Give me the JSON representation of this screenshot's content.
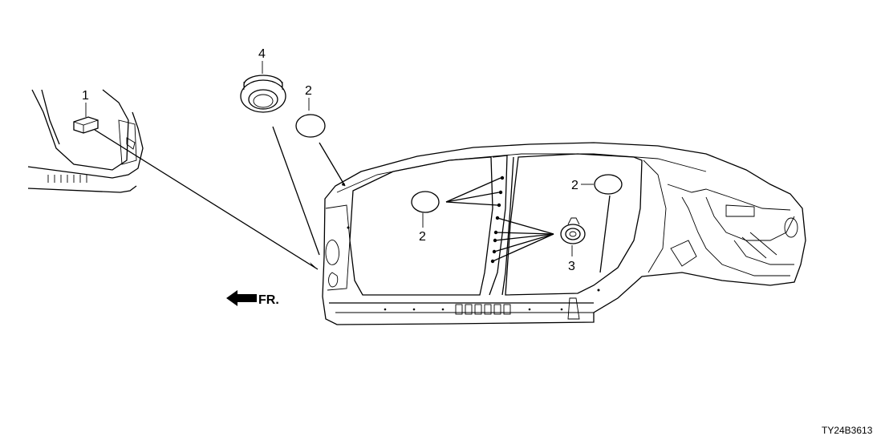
{
  "callouts": {
    "part1": "1",
    "part2_top": "2",
    "part2_center": "2",
    "part2_right": "2",
    "part3": "3",
    "part4": "4"
  },
  "direction_label": "FR.",
  "diagram_code": "TY24B3613"
}
